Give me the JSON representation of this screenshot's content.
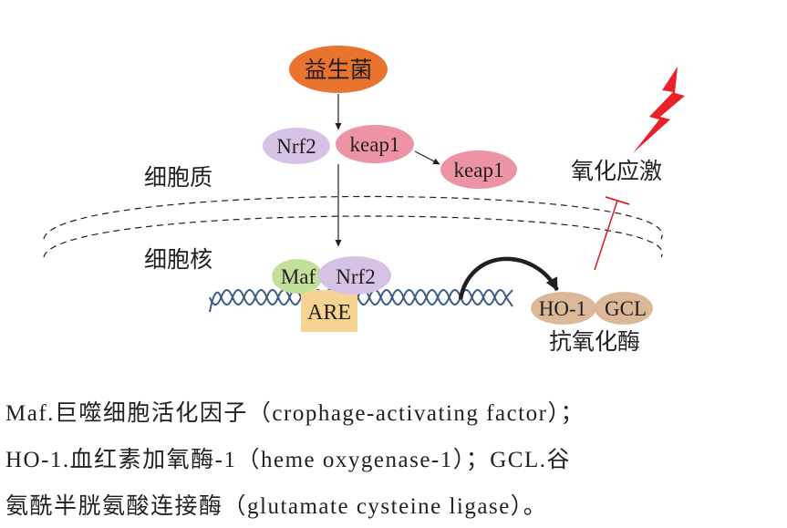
{
  "diagram": {
    "probiotics": "益生菌",
    "nrf2": "Nrf2",
    "keap1_bound": "keap1",
    "keap1_free": "keap1",
    "cytoplasm": "细胞质",
    "nucleus": "细胞核",
    "oxidative_stress": "氧化应激",
    "maf": "Maf",
    "nrf2_nuclear": "Nrf2",
    "are": "ARE",
    "ho1": "HO-1",
    "gcl": "GCL",
    "antioxidant_enzymes": "抗氧化酶",
    "colors": {
      "probiotics": "#e8742f",
      "nrf2": "#d5c2e4",
      "keap1": "#ec93a4",
      "maf": "#c3df9c",
      "are": "#f4d393",
      "enzymes": "#dbb898",
      "dna": "#3d5d86",
      "lightning": "#e8212a",
      "inhibit": "#d9232e"
    }
  },
  "caption": {
    "line1": "Maf.巨噬细胞活化因子（crophage-activating factor）；",
    "line2": "HO-1.血红素加氧酶-1（heme oxygenase-1）；GCL.谷",
    "line3": "氨酰半胱氨酸连接酶（glutamate cysteine ligase）。"
  }
}
